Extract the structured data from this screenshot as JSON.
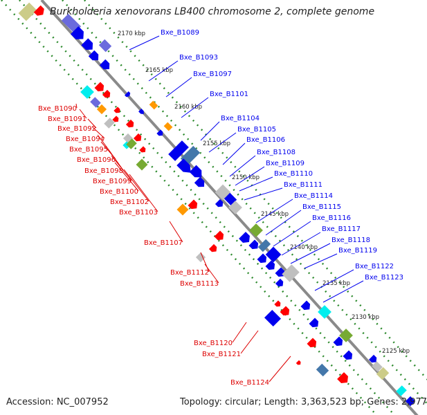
{
  "title": "Burkholderia xenovorans LB400 chromosome 2, complete genome",
  "footer": {
    "accession": "Accession: NC_007952",
    "topology": "Topology: circular; Length: 3,363,523 bp; Genes: 2,977"
  },
  "colors": {
    "backbone": "#8a8a8a",
    "track_dots": "#2e8b2e",
    "forward_label": "#0000ee",
    "reverse_label": "#dd0000",
    "gene_blue": "#0000ee",
    "gene_red": "#ff0000",
    "gene_orange": "#ff9900",
    "gene_cyan": "#00eeee",
    "gene_olive": "#77aa33",
    "gene_grey": "#bfbfbf",
    "gene_khaki": "#cccc88",
    "gene_purple": "#6b6bdd",
    "gene_steel": "#4477aa"
  },
  "ticks": [
    {
      "label": "2170 kbp"
    },
    {
      "label": "2165 kbp"
    },
    {
      "label": "2160 kbp"
    },
    {
      "label": "2155 kbp"
    },
    {
      "label": "2150 kbp"
    },
    {
      "label": "2145 kbp"
    },
    {
      "label": "2140 kbp"
    },
    {
      "label": "2135 kbp"
    },
    {
      "label": "2130 kbp"
    },
    {
      "label": "2125 kbp"
    }
  ],
  "forward_labels": [
    "Bxe_B1089",
    "Bxe_B1093",
    "Bxe_B1097",
    "Bxe_B1101",
    "Bxe_B1104",
    "Bxe_B1105",
    "Bxe_B1106",
    "Bxe_B1108",
    "Bxe_B1109",
    "Bxe_B1110",
    "Bxe_B1111",
    "Bxe_B1114",
    "Bxe_B1115",
    "Bxe_B1116",
    "Bxe_B1117",
    "Bxe_B1118",
    "Bxe_B1119",
    "Bxe_B1122",
    "Bxe_B1123"
  ],
  "reverse_labels": [
    "Bxe_B1090",
    "Bxe_B1091",
    "Bxe_B1092",
    "Bxe_B1094",
    "Bxe_B1095",
    "Bxe_B1096",
    "Bxe_B1098",
    "Bxe_B1099",
    "Bxe_B1100",
    "Bxe_B1102",
    "Bxe_B1103",
    "Bxe_B1107",
    "Bxe_B1112",
    "Bxe_B1113",
    "Bxe_B1120",
    "Bxe_B1121",
    "Bxe_B1124"
  ]
}
